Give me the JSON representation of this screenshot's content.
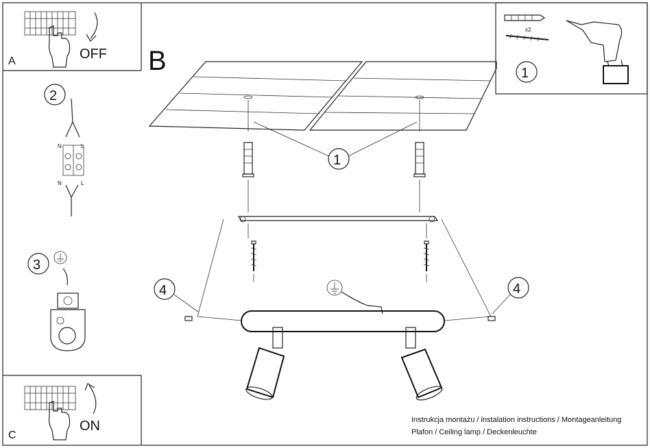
{
  "panels": {
    "a_label": "A",
    "a_text": "OFF",
    "b_label": "B",
    "c_label": "C",
    "c_text": "ON"
  },
  "steps": {
    "one": "1",
    "two": "2",
    "three": "3",
    "four": "4",
    "n_label": "N",
    "l_label": "L",
    "x2": "x2"
  },
  "footer": {
    "line1": "Instrukcja montażu / instalation instructions / Montageanleitung",
    "line2": "Plafon / Ceiling lamp / Deckenleuchte"
  },
  "icons": [
    "ground-symbol-icon",
    "drill-icon",
    "screw-icon",
    "wall-plug-icon",
    "breaker-panel-icon",
    "hand-icon",
    "arrow-down-icon",
    "arrow-up-icon",
    "spot-lamp-icon"
  ]
}
